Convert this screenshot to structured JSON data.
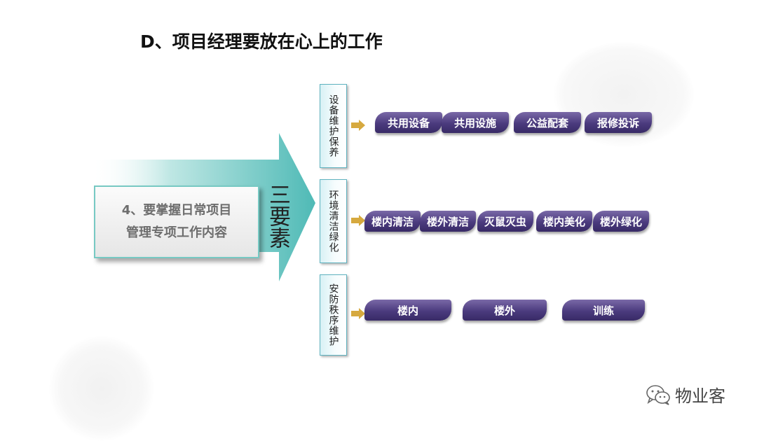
{
  "title": "D、项目经理要放在心上的工作",
  "main_box": {
    "line1": "4、要掌握日常项目",
    "line2": "管理专项工作内容"
  },
  "center_label": "三要素",
  "categories": [
    {
      "label": "设备维护保养",
      "items": [
        "共用设备",
        "共用设施",
        "公益配套",
        "报修投诉"
      ]
    },
    {
      "label": "环境清洁绿化",
      "items": [
        "楼内清洁",
        "楼外清洁",
        "灭鼠灭虫",
        "楼内美化",
        "楼外绿化"
      ]
    },
    {
      "label": "安防秩序维护",
      "items": [
        "楼内",
        "楼外",
        "训练"
      ]
    }
  ],
  "watermark": {
    "text": "物业客",
    "icon": "wechat-icon"
  },
  "colors": {
    "arrow": "#5fc2be",
    "pill": "#4b3b7e",
    "small_arrow": "#d6a93f",
    "box_border": "#77c9c3"
  }
}
